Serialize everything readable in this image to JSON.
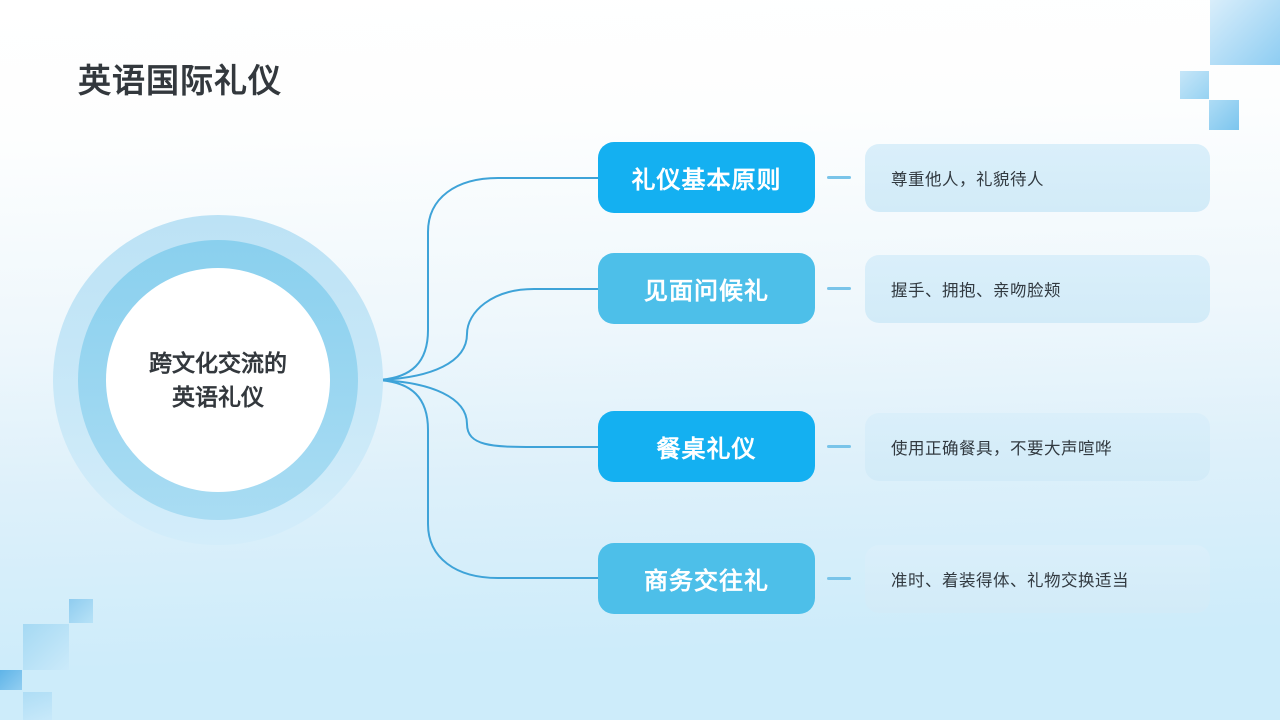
{
  "slide": {
    "title": "英语国际礼仪"
  },
  "center": {
    "line1": "跨文化交流的",
    "line2": "英语礼仪"
  },
  "branches": [
    {
      "label": "礼仪基本原则",
      "description": "尊重他人，礼貌待人"
    },
    {
      "label": "见面问候礼",
      "description": "握手、拥抱、亲吻脸颊"
    },
    {
      "label": "餐桌礼仪",
      "description": "使用正确餐具，不要大声喧哗"
    },
    {
      "label": "商务交往礼",
      "description": "准时、着装得体、礼物交换适当"
    }
  ],
  "colors": {
    "node_vivid_blue": "#14b0f1",
    "node_light_blue": "#4dbfe9",
    "description_box": "#d8edf9",
    "connector_line": "#3ea3d8",
    "circle_ring_outer": "#c7e7f7",
    "circle_ring_mid": "#8ad0ee",
    "title_text": "#33383d",
    "background_bottom": "#cdecfa"
  }
}
